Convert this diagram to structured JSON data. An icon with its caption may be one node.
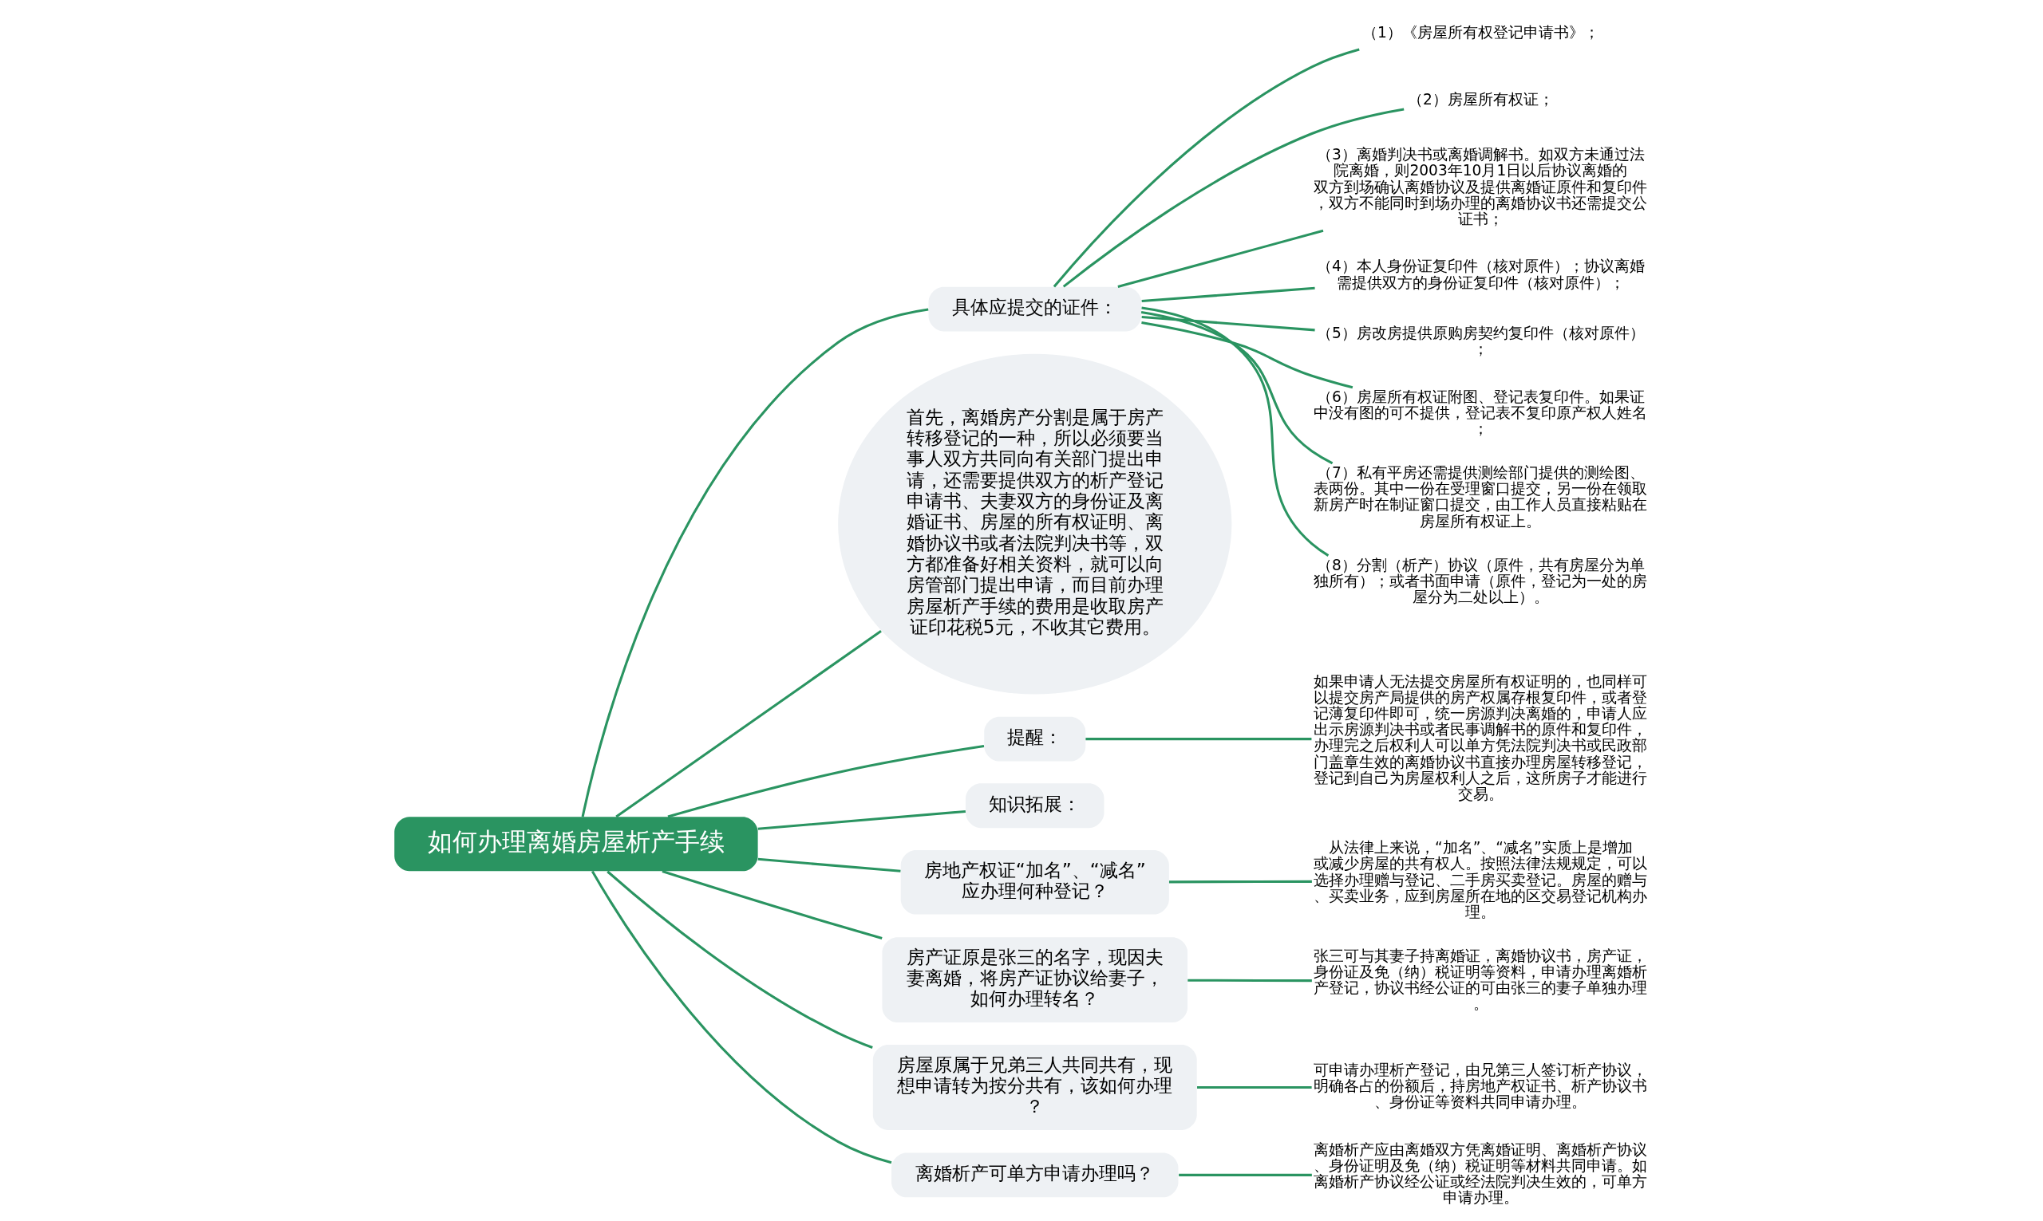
{
  "diagram": {
    "nodes": [
      {
        "text": [
          "如何办理离婚房屋析产手续"
        ]
      },
      {
        "text": [
          "具体应提交的证件："
        ]
      },
      {
        "text": [
          "（1）《房屋所有权登记申请书》；"
        ]
      },
      {
        "text": [
          "（2）房屋所有权证；"
        ]
      },
      {
        "text": [
          "（3）离婚判决书或离婚调解书。如双方未通过法院离婚，则2003年10月1日以后协议离婚的双方到场确认离婚协议及提供离婚证原件和复印件，双方不能同时到场办理的离婚协议书还需提交公证书；"
        ]
      },
      {
        "text": [
          "（4）本人身份证复印件（核对原件）；协议离婚需提供双方的身份证复印件（核对原件）；"
        ]
      },
      {
        "text": [
          "（5）房改房提供原购房契约复印件（核对原件）；"
        ]
      },
      {
        "text": [
          "（6）房屋所有权证附图、登记表复印件。如果证中没有图的可不提供，登记表不复印原产权人姓名；"
        ]
      },
      {
        "text": [
          "（7）私有平房还需提供测绘部门提供的测绘图、表两份。其中一份在受理窗口提交，另一份在领取新房产时在制证窗口提交，由工作人员直接粘贴在房屋所有权证上。"
        ]
      },
      {
        "text": [
          "（8）分割（析产）协议（原件，共有房屋分为单独所有）；或者书面申请（原件，登记为一处的房屋分为二处以上）。"
        ]
      },
      {
        "text": [
          "首先，离婚房产分割是属于房产转移登记的一种，所以必须要当事人双方共同向有关部门提出申请，还需要提供双方的析产登记申请书、夫妻双方的身份证及离婚证书、房屋的所有权证明、离婚协议书或者法院判决书等，双方都准备好相关资料，就可以向房管部门提出申请，而目前办理房屋析产手续的费用是收取房产证印花税5元，不收其它费用。"
        ]
      },
      {
        "text": [
          "提醒："
        ]
      },
      {
        "text": [
          "如果申请人无法提交房屋所有权证明的，也同样可以提交房产局提供的房产权属存根复印件，或者登记薄复印件即可，统一房源判决离婚的，申请人应出示房源判决书或者民事调解书的原件和复印件，办理完之后权利人可以单方凭法院判决书或民政部门盖章生效的离婚协议书直接办理房屋转移登记，登记到自己为房屋权利人之后，这所房子才能进行交易。"
        ]
      },
      {
        "text": [
          "知识拓展："
        ]
      },
      {
        "text": [
          "房地产权证“加名”、“减名”应办理何种登记？"
        ]
      },
      {
        "text": [
          "从法律上来说，“加名”、“减名”实质上是增加或减少房屋的共有权人。按照法律法规规定，可以选择办理赠与登记、二手房买卖登记。房屋的赠与、买卖业务，应到房屋所在地的区交易登记机构办理。"
        ]
      },
      {
        "text": [
          "房产证原是张三的名字，现因夫妻离婚，将房产证协议给妻子，如何办理转名？"
        ]
      },
      {
        "text": [
          "张三可与其妻子持离婚证，离婚协议书，房产证，身份证及免（纳）税证明等资料，申请办理离婚析产登记，协议书经公证的可由张三的妻子单独办理。"
        ]
      },
      {
        "text": [
          "房屋原属于兄弟三人共同共有，现想申请转为按分共有，该如何办理？"
        ]
      },
      {
        "text": [
          "可申请办理析产登记，由兄第三人签订析产协议，明确各占的份额后，持房地产权证书、析产协议书、身份证等资料共同申请办理。"
        ]
      },
      {
        "text": [
          "离婚析产可单方申请办理吗？"
        ]
      },
      {
        "text": [
          "离婚析产应由离婚双方凭离婚证明、离婚析产协议、身份证明及免（纳）税证明等材料共同申请。如离婚析产协议经公证或经法院判决生效的，可单方申请办理。"
        ]
      }
    ],
    "edges": [
      {
        "from": 0,
        "to": 1,
        "arrow": "none"
      },
      {
        "from": 1,
        "to": 2,
        "arrow": "none"
      },
      {
        "from": 1,
        "to": 3,
        "arrow": "none"
      },
      {
        "from": 1,
        "to": 4,
        "arrow": "none"
      },
      {
        "from": 1,
        "to": 5,
        "arrow": "none"
      },
      {
        "from": 1,
        "to": 6,
        "arrow": "none"
      },
      {
        "from": 1,
        "to": 7,
        "arrow": "none"
      },
      {
        "from": 1,
        "to": 8,
        "arrow": "none"
      },
      {
        "from": 1,
        "to": 9,
        "arrow": "none"
      },
      {
        "from": 0,
        "to": 10,
        "arrow": "none"
      },
      {
        "from": 0,
        "to": 11,
        "arrow": "none"
      },
      {
        "from": 11,
        "to": 12,
        "arrow": "none"
      },
      {
        "from": 0,
        "to": 13,
        "arrow": "none"
      },
      {
        "from": 0,
        "to": 14,
        "arrow": "none"
      },
      {
        "from": 14,
        "to": 15,
        "arrow": "none"
      },
      {
        "from": 0,
        "to": 16,
        "arrow": "none"
      },
      {
        "from": 16,
        "to": 17,
        "arrow": "none"
      },
      {
        "from": 0,
        "to": 18,
        "arrow": "none"
      },
      {
        "from": 18,
        "to": 19,
        "arrow": "none"
      },
      {
        "from": 0,
        "to": 20,
        "arrow": "none"
      },
      {
        "from": 20,
        "to": 21,
        "arrow": "none"
      }
    ]
  }
}
